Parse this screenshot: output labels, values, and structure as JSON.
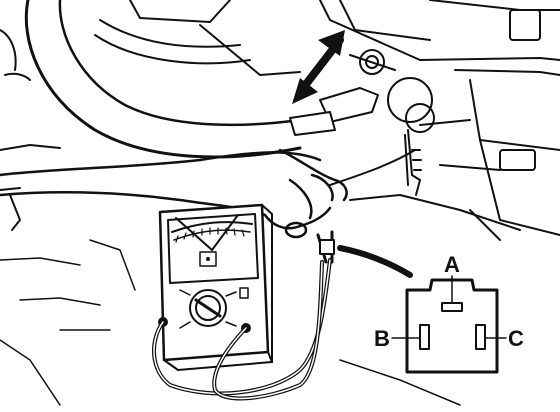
{
  "connector": {
    "label_a": "A",
    "label_b": "B",
    "label_c": "C"
  },
  "colors": {
    "ink": "#111111",
    "background": "#ffffff"
  },
  "icons": {
    "adjust_arrow": "double-headed-arrow-icon",
    "ignition_key": "key-icon",
    "meter_knob": "rotary-selector-icon"
  }
}
